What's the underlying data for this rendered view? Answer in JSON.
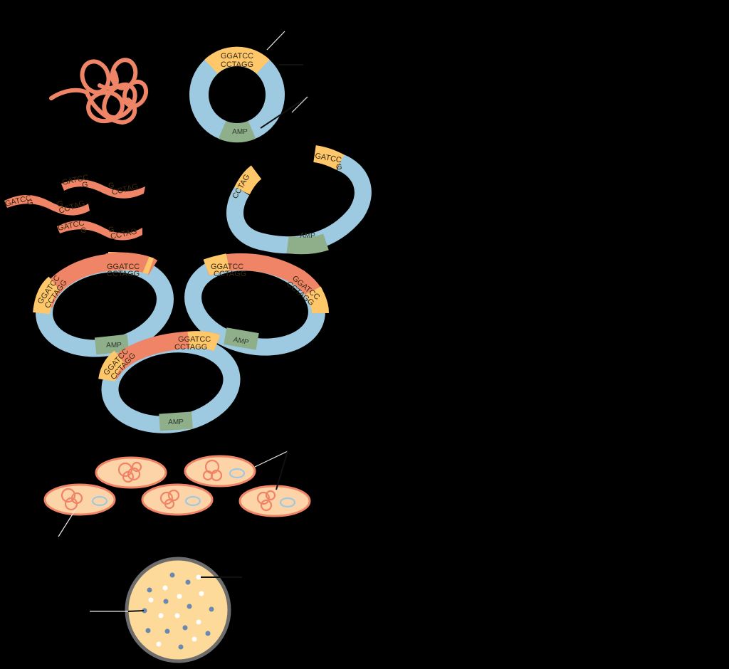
{
  "diagram": {
    "type": "recombinant-dna-cloning",
    "background": "#000000",
    "colors": {
      "foreign_dna": "#f08467",
      "plasmid_backbone": "#9ecae1",
      "restriction_site": "#fdc76a",
      "amp_gene": "#8fae8a",
      "bacterium_fill": "#fdd3a8",
      "bacterium_outline": "#f08467",
      "agar": "#fdd99a",
      "dish_rim": "#6d6d6d",
      "colony_blue": "#6a88b0",
      "colony_white": "#ffffff"
    },
    "plasmid": {
      "site_top": "GGATCC",
      "site_bottom": "CCTAGG",
      "gene_label": "AMP"
    },
    "cut_fragments": {
      "sticky_top": "GATCC",
      "sticky_top_g": "G",
      "sticky_bottom_g": "G",
      "sticky_bottom": "CCTAG"
    },
    "recombinant": {
      "site_top": "GGATCC",
      "site_bottom": "CCTAGG",
      "gene_label": "AMP"
    }
  }
}
